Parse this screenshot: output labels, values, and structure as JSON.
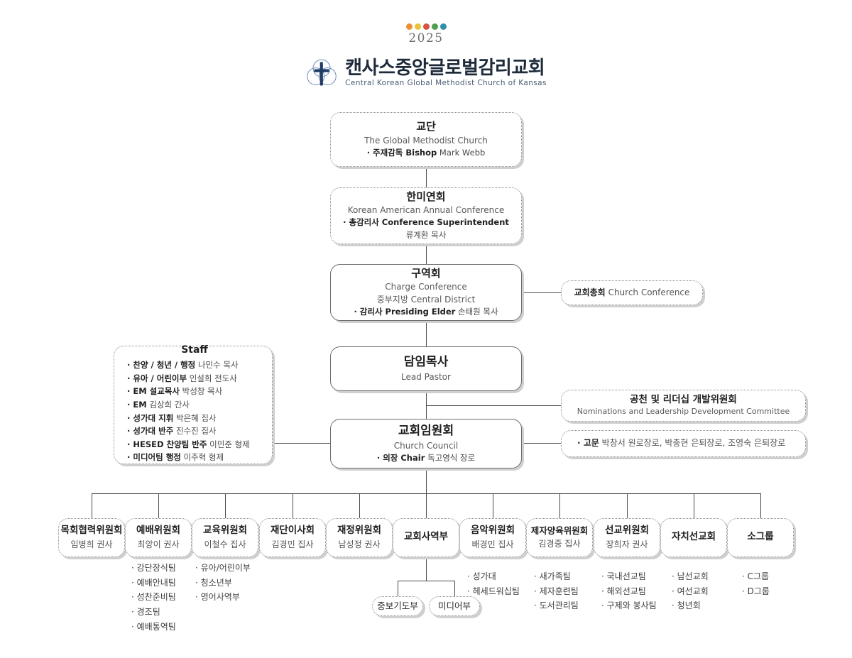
{
  "header": {
    "dots": [
      "#e8913a",
      "#e8c33a",
      "#d9543f",
      "#4f9e52",
      "#2f8fa8"
    ],
    "year": "2025",
    "logo_icon": "church-cross-logo",
    "name_ko": "캔사스중앙글로벌감리교회",
    "name_en": "Central Korean Global Methodist Church of Kansas"
  },
  "nodes": {
    "denomination": {
      "title": "교단",
      "sub": "The Global Methodist Church",
      "row_label": "· 주재감독 Bishop",
      "row_value": "Mark Webb"
    },
    "annual_conference": {
      "title": "한미연회",
      "sub": "Korean American Annual Conference",
      "row_label": "· 총감리사 Conference Superintendent",
      "row_value": "류계환 목사"
    },
    "charge_conference": {
      "title": "구역회",
      "sub": "Charge Conference",
      "sub2": "중부지방 Central District",
      "row_label": "· 감리사 Presiding Elder",
      "row_value": "손태원 목사"
    },
    "church_conference": {
      "title": "교회총회",
      "sub": "Church Conference"
    },
    "lead_pastor": {
      "title": "담임목사",
      "sub": "Lead Pastor"
    },
    "nominations": {
      "title": "공천 및 리더십 개발위원회",
      "sub": "Nominations and Leadership Development Committee"
    },
    "church_council": {
      "title": "교회임원회",
      "sub": "Church Council",
      "row_label": "· 의장 Chair",
      "row_value": "독고영식 장로"
    },
    "advisors": {
      "label": "· 고문",
      "value": "박창서 원로장로, 박충현 은퇴장로, 조영숙 은퇴장로"
    }
  },
  "staff": {
    "heading": "Staff",
    "members": [
      {
        "role": "· 찬양 / 청년 / 행정",
        "name": "나민수 목사"
      },
      {
        "role": "· 유아 / 어린이부",
        "name": "인설희 전도사"
      },
      {
        "role": "· EM 설교목사",
        "name": "박성창 목사"
      },
      {
        "role": "· EM",
        "name": "김상희 간사"
      },
      {
        "role": "· 성가대 지휘",
        "name": "박은혜 집사"
      },
      {
        "role": "· 성가대 반주",
        "name": "진수진 집사"
      },
      {
        "role": "· HESED 찬양팀 반주",
        "name": "이민준 형제"
      },
      {
        "role": "· 미디어팀 행정",
        "name": "이주혁 형제"
      }
    ]
  },
  "committees": [
    {
      "title": "목회협력위원회",
      "person": "임병희 권사",
      "teams": []
    },
    {
      "title": "예배위원회",
      "person": "최앙이 권사",
      "teams": [
        "· 강단장식팀",
        "· 예배안내팀",
        "· 성찬준비팀",
        "· 경조팀",
        "· 예배통역팀"
      ]
    },
    {
      "title": "교육위원회",
      "person": "이철수 집사",
      "teams": [
        "· 유아/어린이부",
        "· 청소년부",
        "· 영어사역부"
      ]
    },
    {
      "title": "재단이사회",
      "person": "김경민 집사",
      "teams": []
    },
    {
      "title": "재정위원회",
      "person": "남성정 권사",
      "teams": []
    },
    {
      "title": "교회사역부",
      "person": "",
      "teams": []
    },
    {
      "title": "음악위원회",
      "person": "배경민 집사",
      "teams": [
        "· 성가대",
        "· 헤세드워십팀"
      ]
    },
    {
      "title": "제자양육위원회",
      "person": "김경중 집사",
      "teams": [
        "· 새가족팀",
        "· 제자훈련팀",
        "· 도서관리팀"
      ]
    },
    {
      "title": "선교위원회",
      "person": "장희자 권사",
      "teams": [
        "· 국내선교팀",
        "· 해외선교팀",
        "· 구제와 봉사팀"
      ]
    },
    {
      "title": "자치선교회",
      "person": "",
      "teams": [
        "· 남선교회",
        "· 여선교회",
        "· 청년회"
      ]
    },
    {
      "title": "소그룹",
      "person": "",
      "teams": [
        "· C그룹",
        "· D그룹"
      ]
    }
  ],
  "ministry_children": [
    {
      "title": "중보기도부"
    },
    {
      "title": "미디어부"
    }
  ]
}
